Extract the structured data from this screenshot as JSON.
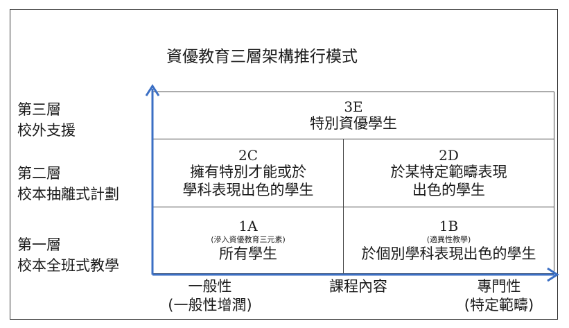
{
  "title": "資優教育三層架構推行模式",
  "layers": [
    {
      "name": "第三層",
      "desc": "校外支援"
    },
    {
      "name": "第二層",
      "desc": "校本抽離式計劃"
    },
    {
      "name": "第一層",
      "desc": "校本全班式教學"
    }
  ],
  "cells": {
    "c3E": {
      "code": "3E",
      "text": "特別資優學生"
    },
    "c2C": {
      "code": "2C",
      "line1": "擁有特別才能或於",
      "line2": "學科表現出色的學生"
    },
    "c2D": {
      "code": "2D",
      "line1": "於某特定範疇表現",
      "line2": "出色的學生"
    },
    "c1A": {
      "code": "1A",
      "note": "(滲入資優教育三元素)",
      "text": "所有學生"
    },
    "c1B": {
      "code": "1B",
      "note": "(適異性教學)",
      "text": "於個別學科表現出色的學生"
    }
  },
  "x_axis": {
    "left": {
      "line1": "一般性",
      "line2": "(一般性增潤)"
    },
    "center": "課程內容",
    "right": {
      "line1": "專門性",
      "line2": "(特定範疇)"
    }
  },
  "colors": {
    "axis": "#3b6fc4",
    "border": "#444444"
  }
}
